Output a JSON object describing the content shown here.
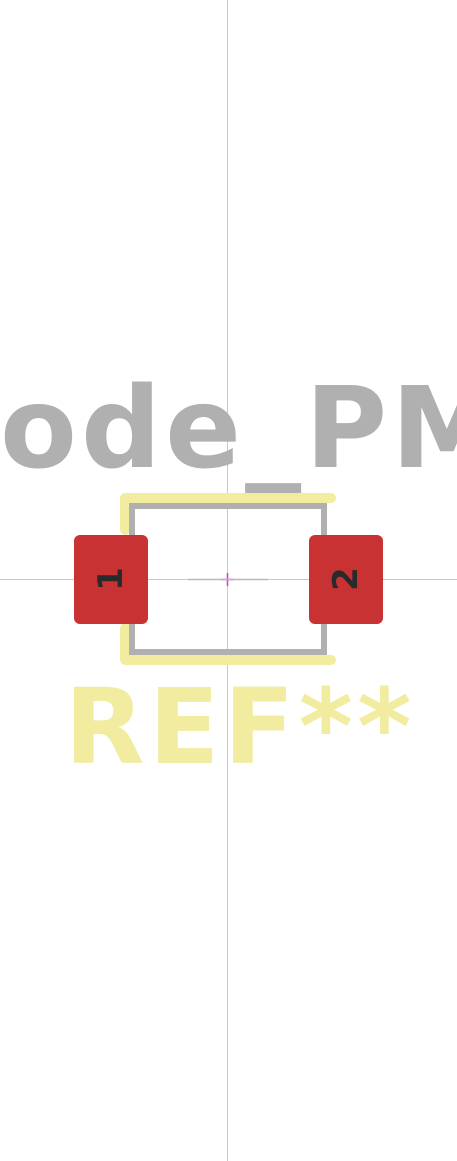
{
  "footprint": {
    "value_text": "ode_PMD",
    "reference_text": "REF**"
  },
  "pads": [
    {
      "number": "1"
    },
    {
      "number": "2"
    }
  ],
  "colors": {
    "background": "#ffffff",
    "crosshair": "#c8c8d2",
    "anchor_marker": "#d23cd2",
    "fab_layer": "#b0b0b0",
    "silkscreen": "#f2eca0",
    "pad_fill": "#c83232",
    "pad_number": "#2a2a2a",
    "value_text": "#b0b0b0"
  }
}
